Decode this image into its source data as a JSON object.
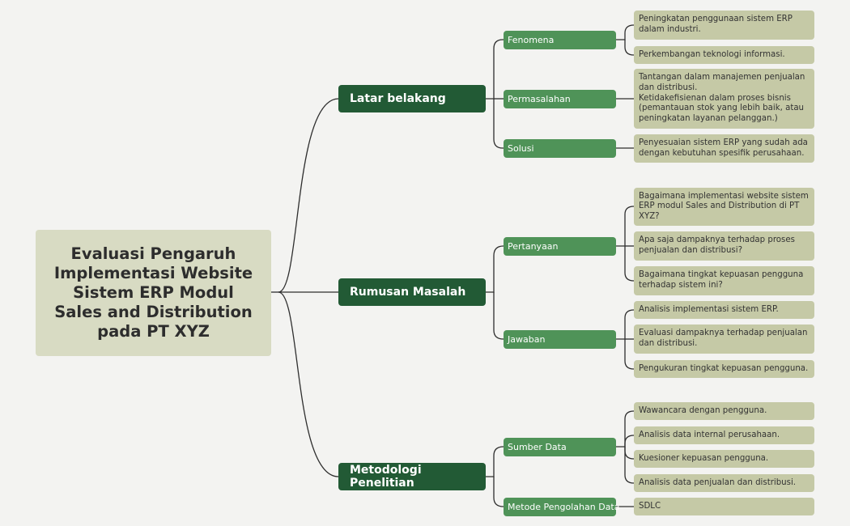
{
  "root": {
    "title": "Evaluasi Pengaruh Implementasi Website Sistem ERP Modul Sales and Distribution pada PT XYZ"
  },
  "branches": [
    {
      "label": "Latar belakang",
      "subtopics": [
        {
          "label": "Fenomena",
          "leaves": [
            "Peningkatan penggunaan sistem ERP dalam industri.",
            "Perkembangan teknologi informasi."
          ]
        },
        {
          "label": "Permasalahan",
          "leaves": [
            "Tantangan dalam manajemen penjualan dan distribusi.\nKetidakefisienan dalam proses bisnis (pemantauan stok yang lebih baik, atau peningkatan layanan pelanggan.)"
          ]
        },
        {
          "label": "Solusi",
          "leaves": [
            "Penyesuaian sistem ERP yang sudah ada dengan kebutuhan spesifik perusahaan."
          ]
        }
      ]
    },
    {
      "label": "Rumusan Masalah",
      "subtopics": [
        {
          "label": "Pertanyaan",
          "leaves": [
            "Bagaimana implementasi website sistem ERP modul Sales and Distribution di PT XYZ?",
            "Apa saja dampaknya terhadap proses penjualan dan distribusi?",
            "Bagaimana tingkat kepuasan pengguna terhadap sistem ini?"
          ]
        },
        {
          "label": "Jawaban",
          "leaves": [
            "Analisis implementasi sistem ERP.",
            "Evaluasi dampaknya terhadap penjualan dan distribusi.",
            "Pengukuran tingkat kepuasan pengguna."
          ]
        }
      ]
    },
    {
      "label": "Metodologi Penelitian",
      "subtopics": [
        {
          "label": "Sumber Data",
          "leaves": [
            "Wawancara dengan pengguna.",
            "Analisis data internal perusahaan.",
            "Kuesioner kepuasan pengguna.",
            "Analisis data penjualan dan distribusi."
          ]
        },
        {
          "label": "Metode Pengolahan Data",
          "leaves": [
            "SDLC"
          ]
        }
      ]
    }
  ]
}
